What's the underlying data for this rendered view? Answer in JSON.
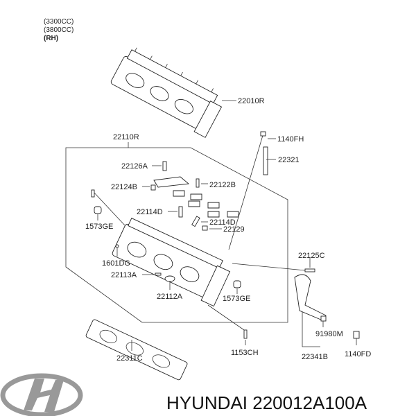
{
  "header": {
    "specs": [
      "(3300CC)",
      "(3800CC)",
      "(RH)"
    ]
  },
  "parts": {
    "p22010R": "22010R",
    "p22110R": "22110R",
    "p1140FH": "1140FH",
    "p22321": "22321",
    "p22126A": "22126A",
    "p22124B": "22124B",
    "p22122B": "22122B",
    "p22114D_1": "22114D",
    "p22114D_2": "22114D",
    "p22129": "22129",
    "p1573GE_1": "1573GE",
    "p1601DG": "1601DG",
    "p22125C": "22125C",
    "p22113A": "22113A",
    "p22112A": "22112A",
    "p1573GE_2": "1573GE",
    "p91980M": "91980M",
    "p22311C": "22311C",
    "p1153CH": "1153CH",
    "p22341B": "22341B",
    "p1140FD": "1140FD"
  },
  "footer": {
    "brand_part": "HYUNDAI 220012A100A"
  }
}
